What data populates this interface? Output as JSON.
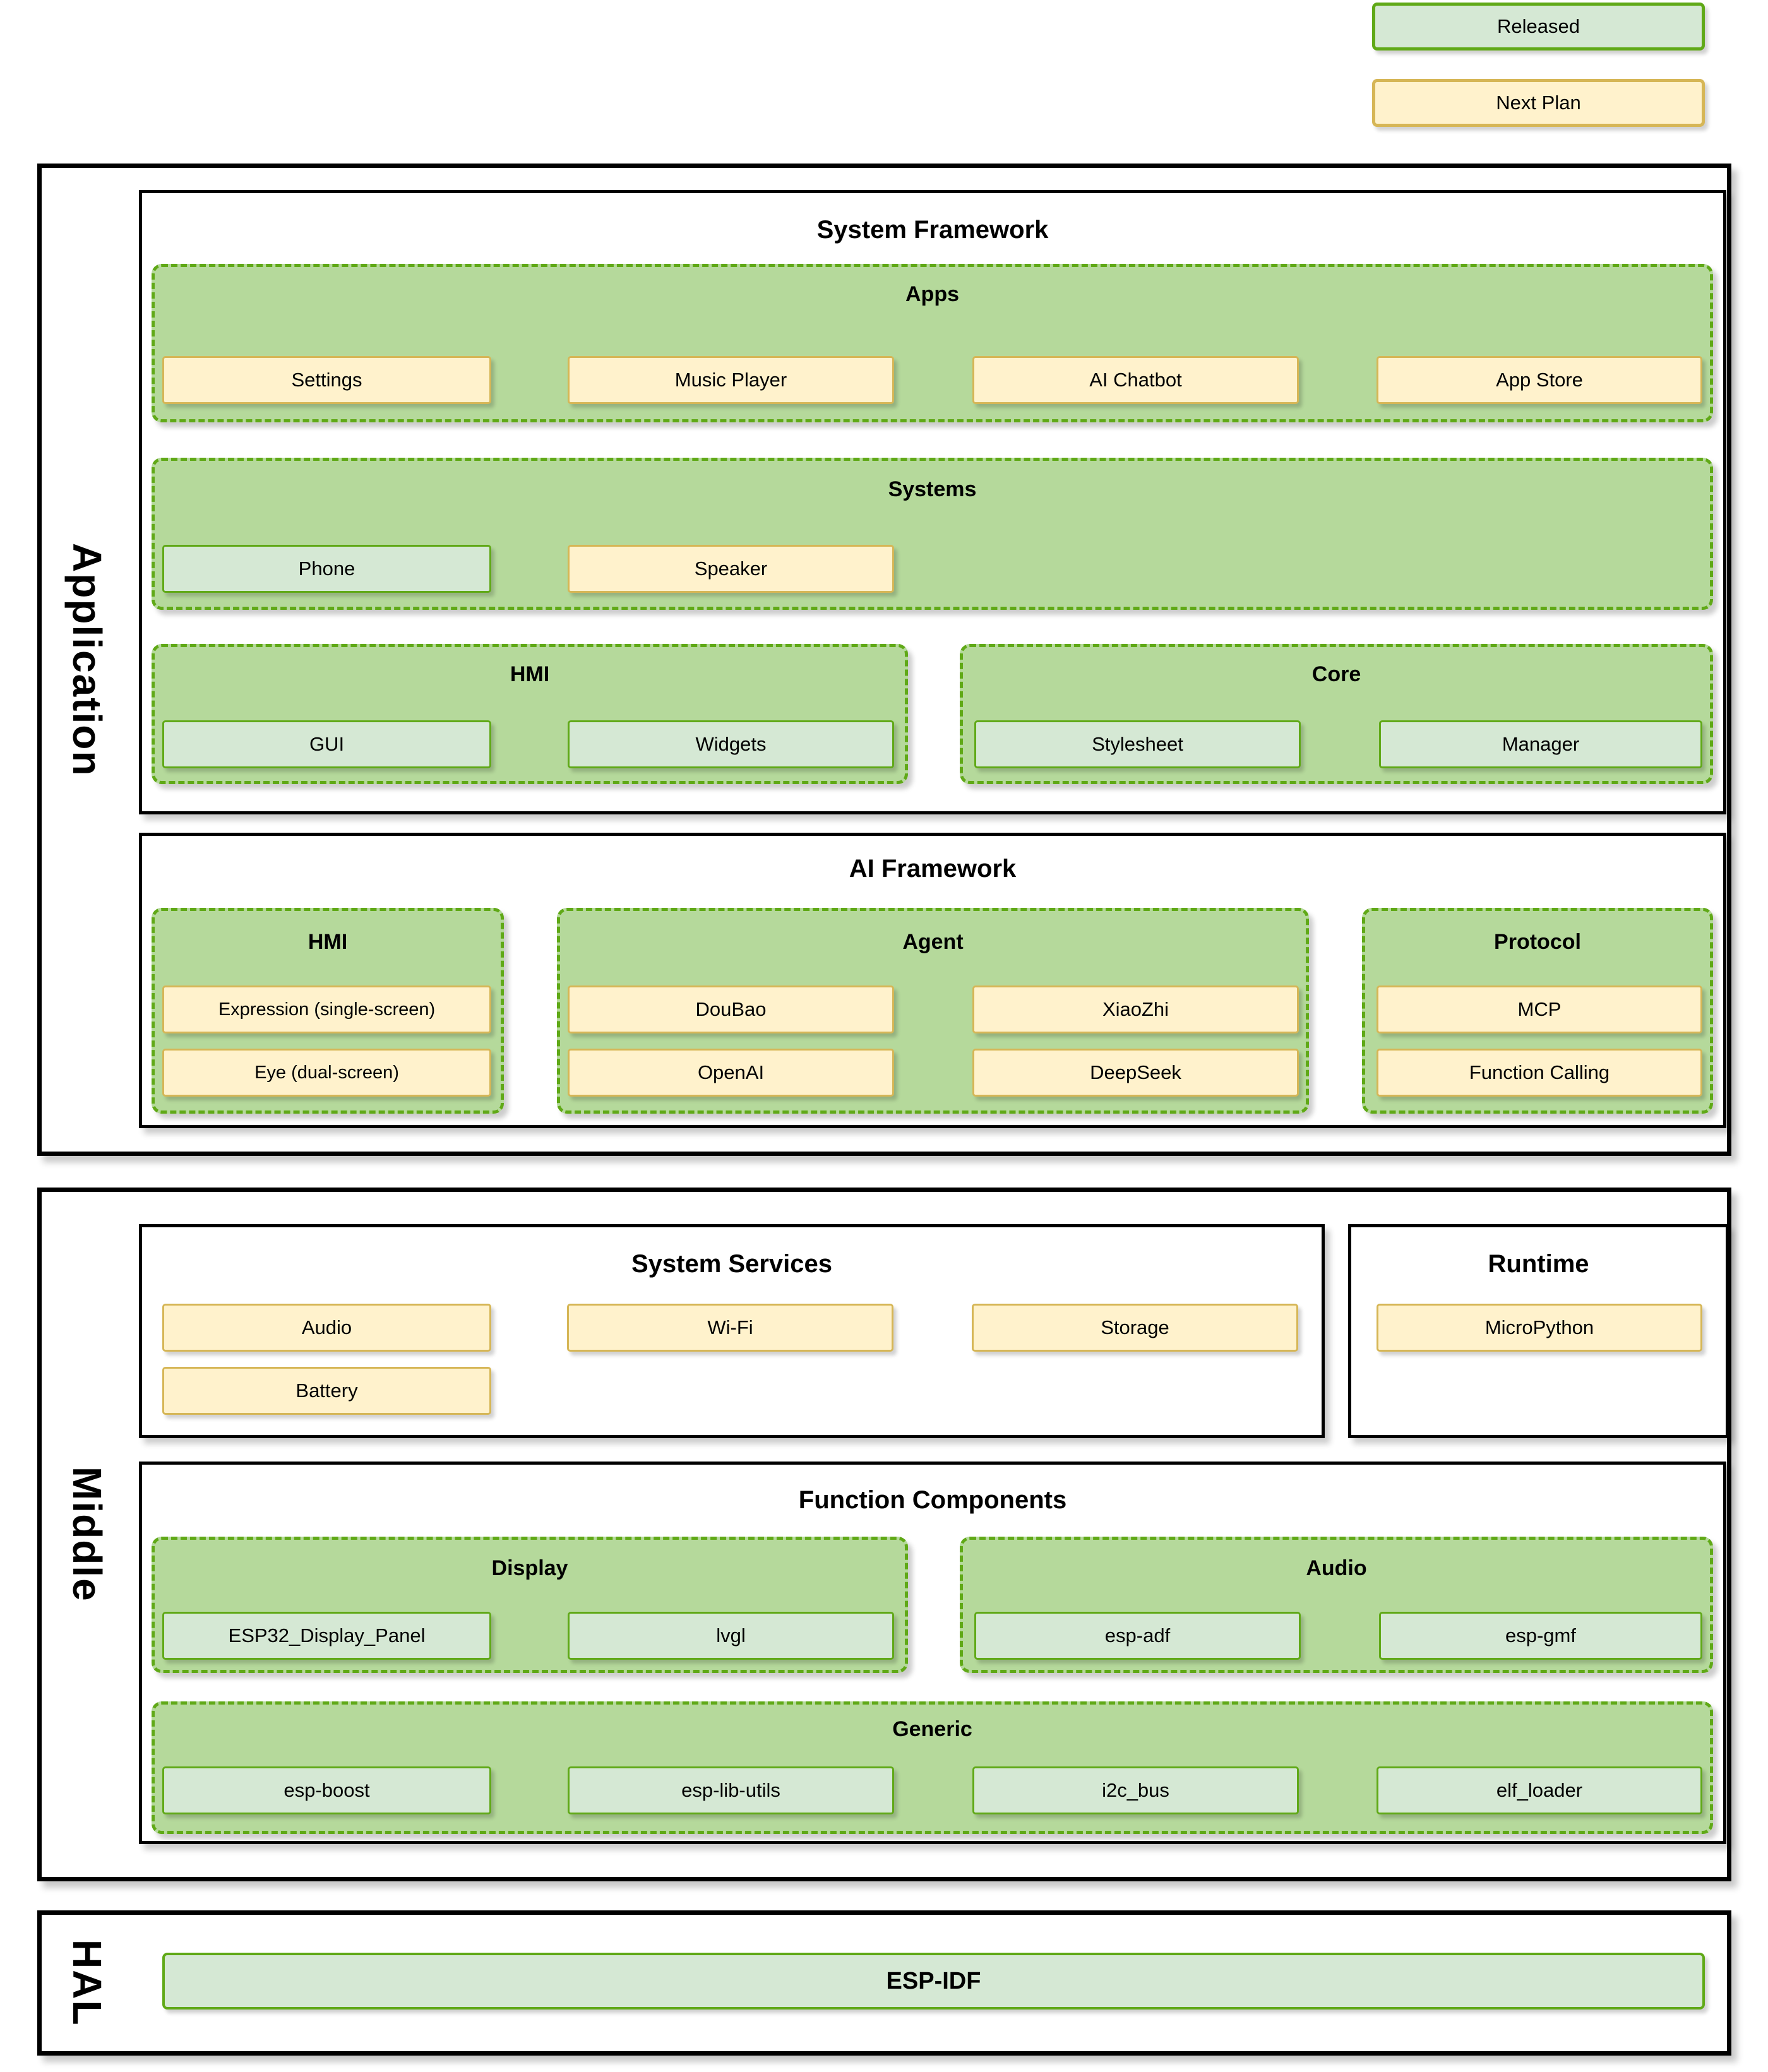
{
  "legend": {
    "released_label": "Released",
    "next_plan_label": "Next Plan"
  },
  "colors": {
    "released_fill": "#d5e8d4",
    "released_border": "#60a917",
    "next_plan_fill": "#fff2cc",
    "next_plan_border": "#d6b656",
    "group_fill": "#b5d99b",
    "group_dashed_border": "#60a917",
    "section_border": "#000000"
  },
  "application": {
    "label": "Application",
    "system_framework": {
      "title": "System Framework",
      "apps": {
        "title": "Apps",
        "items": [
          {
            "label": "Settings",
            "status": "next_plan"
          },
          {
            "label": "Music Player",
            "status": "next_plan"
          },
          {
            "label": "AI Chatbot",
            "status": "next_plan"
          },
          {
            "label": "App Store",
            "status": "next_plan"
          }
        ]
      },
      "systems": {
        "title": "Systems",
        "items": [
          {
            "label": "Phone",
            "status": "released"
          },
          {
            "label": "Speaker",
            "status": "next_plan"
          }
        ]
      },
      "hmi": {
        "title": "HMI",
        "items": [
          {
            "label": "GUI",
            "status": "released"
          },
          {
            "label": "Widgets",
            "status": "released"
          }
        ]
      },
      "core": {
        "title": "Core",
        "items": [
          {
            "label": "Stylesheet",
            "status": "released"
          },
          {
            "label": "Manager",
            "status": "released"
          }
        ]
      }
    },
    "ai_framework": {
      "title": "AI Framework",
      "hmi": {
        "title": "HMI",
        "items": [
          {
            "label": "Expression (single-screen)",
            "status": "next_plan"
          },
          {
            "label": "Eye (dual-screen)",
            "status": "next_plan"
          }
        ]
      },
      "agent": {
        "title": "Agent",
        "items": [
          {
            "label": "DouBao",
            "status": "next_plan"
          },
          {
            "label": "XiaoZhi",
            "status": "next_plan"
          },
          {
            "label": "OpenAI",
            "status": "next_plan"
          },
          {
            "label": "DeepSeek",
            "status": "next_plan"
          }
        ]
      },
      "protocol": {
        "title": "Protocol",
        "items": [
          {
            "label": "MCP",
            "status": "next_plan"
          },
          {
            "label": "Function Calling",
            "status": "next_plan"
          }
        ]
      }
    }
  },
  "middle": {
    "label": "Middle",
    "system_services": {
      "title": "System Services",
      "items": [
        {
          "label": "Audio",
          "status": "next_plan"
        },
        {
          "label": "Wi-Fi",
          "status": "next_plan"
        },
        {
          "label": "Storage",
          "status": "next_plan"
        },
        {
          "label": "Battery",
          "status": "next_plan"
        }
      ]
    },
    "runtime": {
      "title": "Runtime",
      "items": [
        {
          "label": "MicroPython",
          "status": "next_plan"
        }
      ]
    },
    "function_components": {
      "title": "Function Components",
      "display": {
        "title": "Display",
        "items": [
          {
            "label": "ESP32_Display_Panel",
            "status": "released"
          },
          {
            "label": "lvgl",
            "status": "released"
          }
        ]
      },
      "audio": {
        "title": "Audio",
        "items": [
          {
            "label": "esp-adf",
            "status": "released"
          },
          {
            "label": "esp-gmf",
            "status": "released"
          }
        ]
      },
      "generic": {
        "title": "Generic",
        "items": [
          {
            "label": "esp-boost",
            "status": "released"
          },
          {
            "label": "esp-lib-utils",
            "status": "released"
          },
          {
            "label": "i2c_bus",
            "status": "released"
          },
          {
            "label": "elf_loader",
            "status": "released"
          }
        ]
      }
    }
  },
  "hal": {
    "label": "HAL",
    "items": [
      {
        "label": "ESP-IDF",
        "status": "released"
      }
    ]
  }
}
